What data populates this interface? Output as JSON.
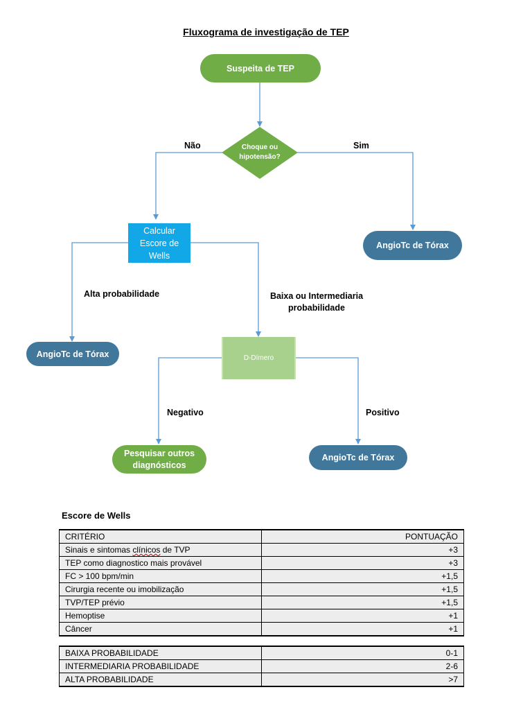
{
  "title": "Fluxograma de investigação de TEP",
  "flowchart": {
    "start": "Suspeita de TEP",
    "decision": [
      "Choque ou",
      "hipotensão?"
    ],
    "no_label": "Não",
    "yes_label": "Sim",
    "wells_box": [
      "Calcular",
      "Escore de",
      "Wells"
    ],
    "angio_right": "AngioTc de Tórax",
    "high_prob_label": "Alta probabilidade",
    "low_prob_label": [
      "Baixa ou Intermediaria",
      "probabilidade"
    ],
    "angio_left": "AngioTc de Tórax",
    "ddimero": "D-Dímero",
    "negative_label": "Negativo",
    "positive_label": "Positivo",
    "other_dx": [
      "Pesquisar outros",
      "diagnósticos"
    ],
    "angio_bottom": "AngioTc de Tórax"
  },
  "wells": {
    "title": "Escore de Wells",
    "header": {
      "criterion": "CRITÉRIO",
      "score": "PONTUAÇÃO"
    },
    "rows": [
      {
        "pre": "Sinais e sintomas ",
        "wavy": "clínicos",
        "post": " de TVP",
        "score": "+3"
      },
      {
        "pre": "TEP como diagnostico mais provável",
        "wavy": "",
        "post": "",
        "score": "+3"
      },
      {
        "pre": "FC > 100 bpm/min",
        "wavy": "",
        "post": "",
        "score": "+1,5"
      },
      {
        "pre": "Cirurgia recente ou imobilização",
        "wavy": "",
        "post": "",
        "score": "+1,5"
      },
      {
        "pre": "TVP/TEP prévio",
        "wavy": "",
        "post": "",
        "score": "+1,5"
      },
      {
        "pre": "Hemoptise",
        "wavy": "",
        "post": "",
        "score": "+1"
      },
      {
        "pre": "Câncer",
        "wavy": "",
        "post": "",
        "score": "+1"
      }
    ],
    "probability": [
      {
        "label": "BAIXA PROBABILIDADE",
        "range": "0-1"
      },
      {
        "label": "INTERMEDIARIA PROBABILIDADE",
        "range": "2-6"
      },
      {
        "label": "ALTA PROBABILIDADE",
        "range": ">7"
      }
    ]
  },
  "colors": {
    "green": "#70ad47",
    "teal": "#41779a",
    "cyan": "#12a8e8",
    "light_green": "#a9d18e",
    "arrow": "#5b9bd5"
  }
}
